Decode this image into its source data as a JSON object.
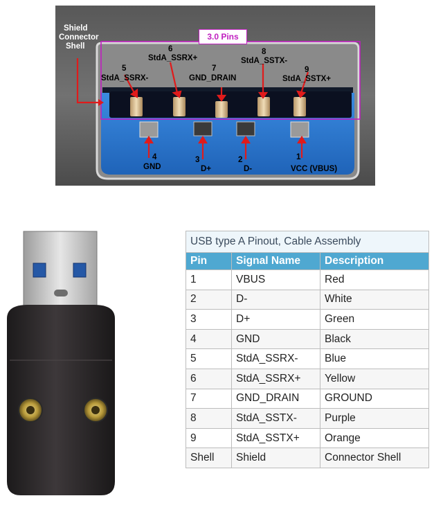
{
  "connector_diagram": {
    "badge": "3.0 Pins",
    "shield_label": [
      "Shield",
      "Connector",
      "Shell"
    ],
    "top_labels": [
      {
        "num": "5",
        "name": "StdA_SSRX-"
      },
      {
        "num": "6",
        "name": "StdA_SSRX+"
      },
      {
        "num": "7",
        "name": "GND_DRAIN"
      },
      {
        "num": "8",
        "name": "StdA_SSTX-"
      },
      {
        "num": "9",
        "name": "StdA_SSTX+"
      }
    ],
    "bottom_labels": [
      {
        "num": "4",
        "name": "GND"
      },
      {
        "num": "3",
        "name": "D+"
      },
      {
        "num": "2",
        "name": "D-"
      },
      {
        "num": "1",
        "name": "VCC (VBUS)"
      }
    ]
  },
  "pinout_table": {
    "title": "USB type A Pinout, Cable Assembly",
    "headers": [
      "Pin",
      "Signal Name",
      "Description"
    ],
    "rows": [
      [
        "1",
        "VBUS",
        "Red"
      ],
      [
        "2",
        "D-",
        "White"
      ],
      [
        "3",
        "D+",
        "Green"
      ],
      [
        "4",
        "GND",
        "Black"
      ],
      [
        "5",
        "StdA_SSRX-",
        "Blue"
      ],
      [
        "6",
        "StdA_SSRX+",
        "Yellow"
      ],
      [
        "7",
        "GND_DRAIN",
        "GROUND"
      ],
      [
        "8",
        "StdA_SSTX-",
        "Purple"
      ],
      [
        "9",
        "StdA_SSTX+",
        "Orange"
      ],
      [
        "Shell",
        "Shield",
        "Connector Shell"
      ]
    ]
  },
  "colors": {
    "header_blue": "#4fa8d1",
    "arrow_red": "#e01b1b",
    "badge_magenta": "#c01fc0",
    "usb3_blue": "#2f7fd6"
  }
}
